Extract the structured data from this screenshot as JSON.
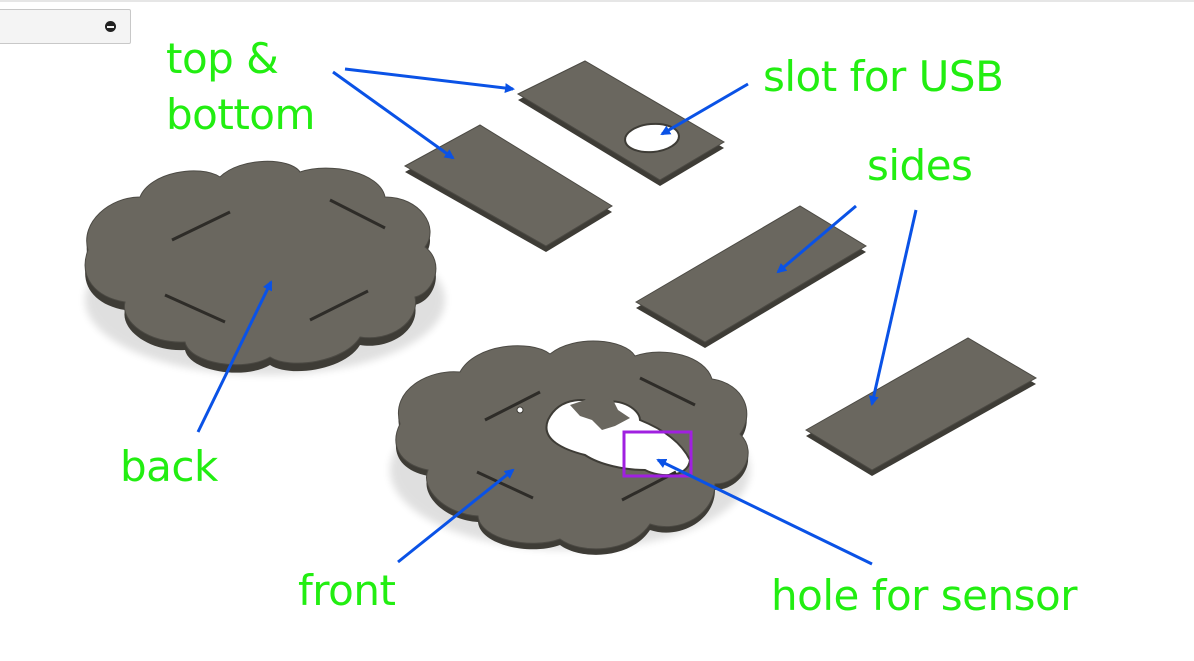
{
  "labels": {
    "top_bottom_line1": "top &",
    "top_bottom_line2": "bottom",
    "slot_usb": "slot for USB",
    "sides": "sides",
    "back": "back",
    "front": "front",
    "hole_sensor": "hole for sensor"
  },
  "colors": {
    "label": "#22ee11",
    "arrow": "#0a52e6",
    "part_face": "#6a675f",
    "part_edge": "#3e3c36",
    "highlight_box": "#a020e0"
  },
  "icons": {
    "panel_toggle": "minus-circle-icon"
  }
}
